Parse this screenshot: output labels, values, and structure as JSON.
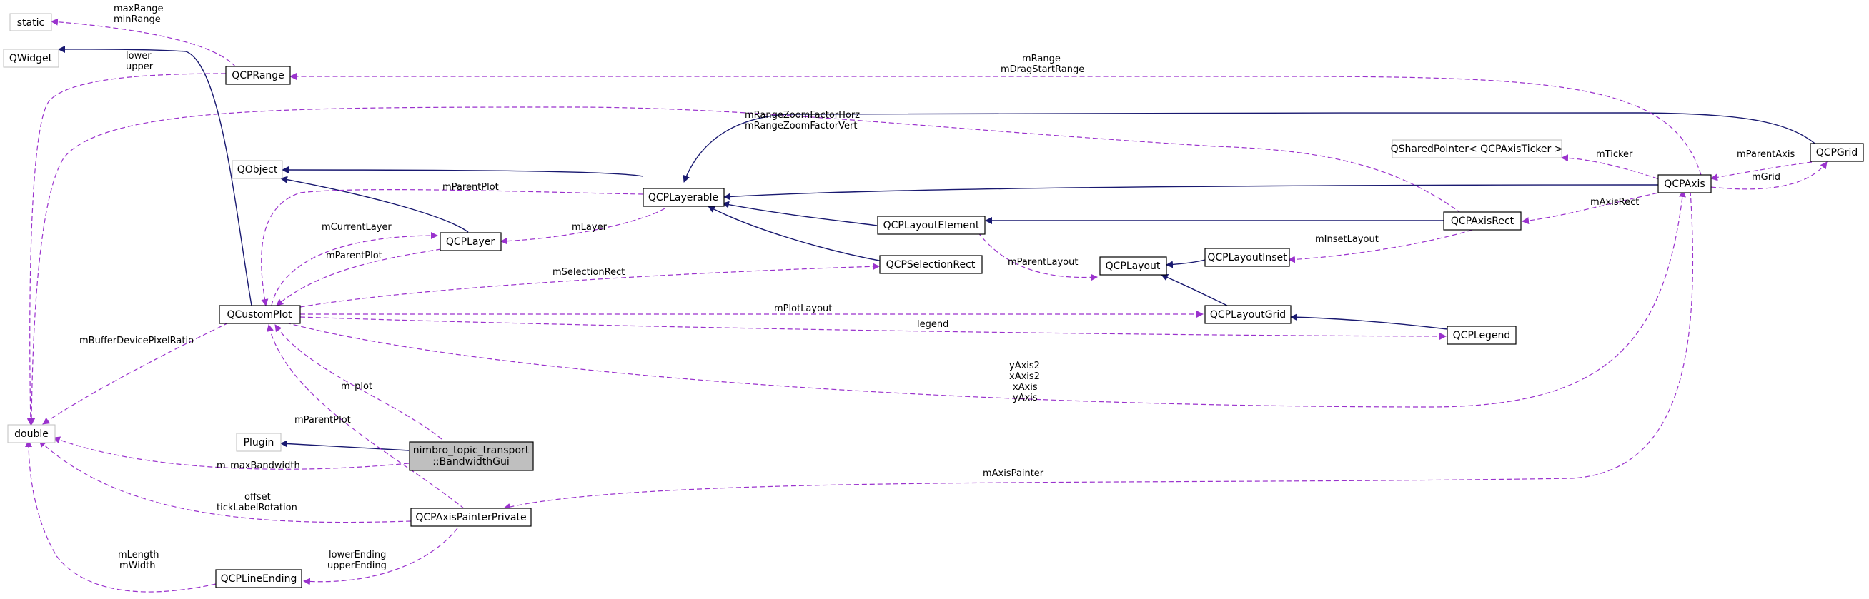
{
  "nodes": {
    "static": "static",
    "qwidget": "QWidget",
    "qcprange": "QCPRange",
    "qobject": "QObject",
    "qcplayerable": "QCPLayerable",
    "qcplayer": "QCPLayer",
    "qcustomplot": "QCustomPlot",
    "double": "double",
    "plugin": "Plugin",
    "bandwidthgui_line1": "nimbro_topic_transport",
    "bandwidthgui_line2": "::BandwidthGui",
    "qcpaxispainterprivate": "QCPAxisPainterPrivate",
    "qcplineending": "QCPLineEnding",
    "qcplayoutelement": "QCPLayoutElement",
    "qcpselectionrect": "QCPSelectionRect",
    "qcplayout": "QCPLayout",
    "qcplayoutinset": "QCPLayoutInset",
    "qcplayoutgrid": "QCPLayoutGrid",
    "qcplegend": "QCPLegend",
    "qcpaxisrect": "QCPAxisRect",
    "qsharedpointer": "QSharedPointer< QCPAxisTicker >",
    "qcpaxis": "QCPAxis",
    "qcpgrid": "QCPGrid"
  },
  "edge_labels": {
    "maxrange": "maxRange",
    "minrange": "minRange",
    "lower": "lower",
    "upper": "upper",
    "mrange": "mRange",
    "mdragstartrange": "mDragStartRange",
    "mrangezoomfactorhorz": "mRangeZoomFactorHorz",
    "mrangezoomfactorvert": "mRangeZoomFactorVert",
    "mparentplot_layerable": "mParentPlot",
    "mlayer": "mLayer",
    "mcurrentlayer": "mCurrentLayer",
    "mparentplot_layer": "mParentPlot",
    "mselectionrect": "mSelectionRect",
    "mparentlayout": "mParentLayout",
    "minsetlayout": "mInsetLayout",
    "mplotlayout": "mPlotLayout",
    "legend": "legend",
    "maxisrect": "mAxisRect",
    "mticker": "mTicker",
    "mparentaxis": "mParentAxis",
    "mgrid": "mGrid",
    "mbufferdevicepixelratio": "mBufferDevicePixelRatio",
    "m_plot": "m_plot",
    "mparentplot_painter": "mParentPlot",
    "yaxis2": "yAxis2",
    "xaxis2": "xAxis2",
    "xaxis": "xAxis",
    "yaxis": "yAxis",
    "m_maxbandwidth": "m_maxBandwidth",
    "maxispainter": "mAxisPainter",
    "offset": "offset",
    "ticklabelrotation": "tickLabelRotation",
    "lowerending": "lowerEnding",
    "upperending": "upperEnding",
    "mlength": "mLength",
    "mwidth": "mWidth"
  },
  "colors": {
    "inheritance": "#191970",
    "usage": "#9a32cd",
    "external_border": "#bfbfbf",
    "highlight_fill": "#bfbfbf"
  }
}
